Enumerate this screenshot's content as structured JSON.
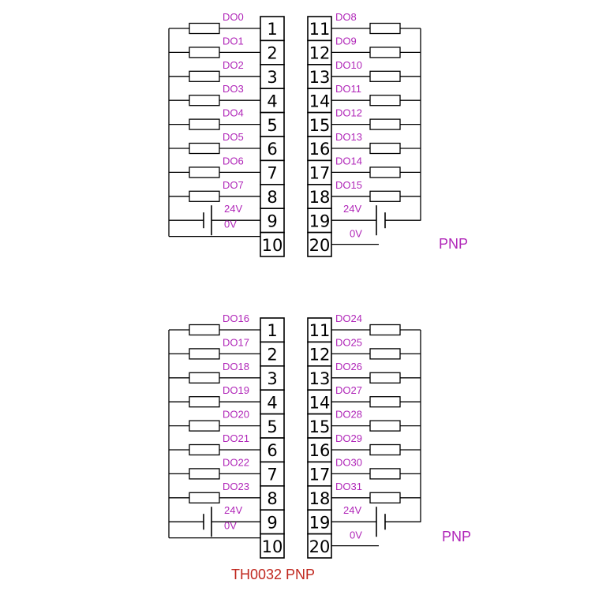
{
  "blocks": [
    {
      "left_labels": [
        "DO0",
        "DO1",
        "DO2",
        "DO3",
        "DO4",
        "DO5",
        "DO6",
        "DO7"
      ],
      "right_labels": [
        "DO8",
        "DO9",
        "DO10",
        "DO11",
        "DO12",
        "DO13",
        "DO14",
        "DO15"
      ],
      "left_terminals": [
        "1",
        "2",
        "3",
        "4",
        "5",
        "6",
        "7",
        "8",
        "9",
        "10"
      ],
      "right_terminals": [
        "11",
        "12",
        "13",
        "14",
        "15",
        "16",
        "17",
        "18",
        "19",
        "20"
      ],
      "supply_label": "24V",
      "ground_label": "0V",
      "type_label": "PNP"
    },
    {
      "left_labels": [
        "DO16",
        "DO17",
        "DO18",
        "DO19",
        "DO20",
        "DO21",
        "DO22",
        "DO23"
      ],
      "right_labels": [
        "DO24",
        "DO25",
        "DO26",
        "DO27",
        "DO28",
        "DO29",
        "DO30",
        "DO31"
      ],
      "left_terminals": [
        "1",
        "2",
        "3",
        "4",
        "5",
        "6",
        "7",
        "8",
        "9",
        "10"
      ],
      "right_terminals": [
        "11",
        "12",
        "13",
        "14",
        "15",
        "16",
        "17",
        "18",
        "19",
        "20"
      ],
      "supply_label": "24V",
      "ground_label": "0V",
      "type_label": "PNP"
    }
  ],
  "title": "TH0032 PNP",
  "colors": {
    "label": "#b026b8",
    "title": "#c0271e",
    "line": "#000000"
  }
}
